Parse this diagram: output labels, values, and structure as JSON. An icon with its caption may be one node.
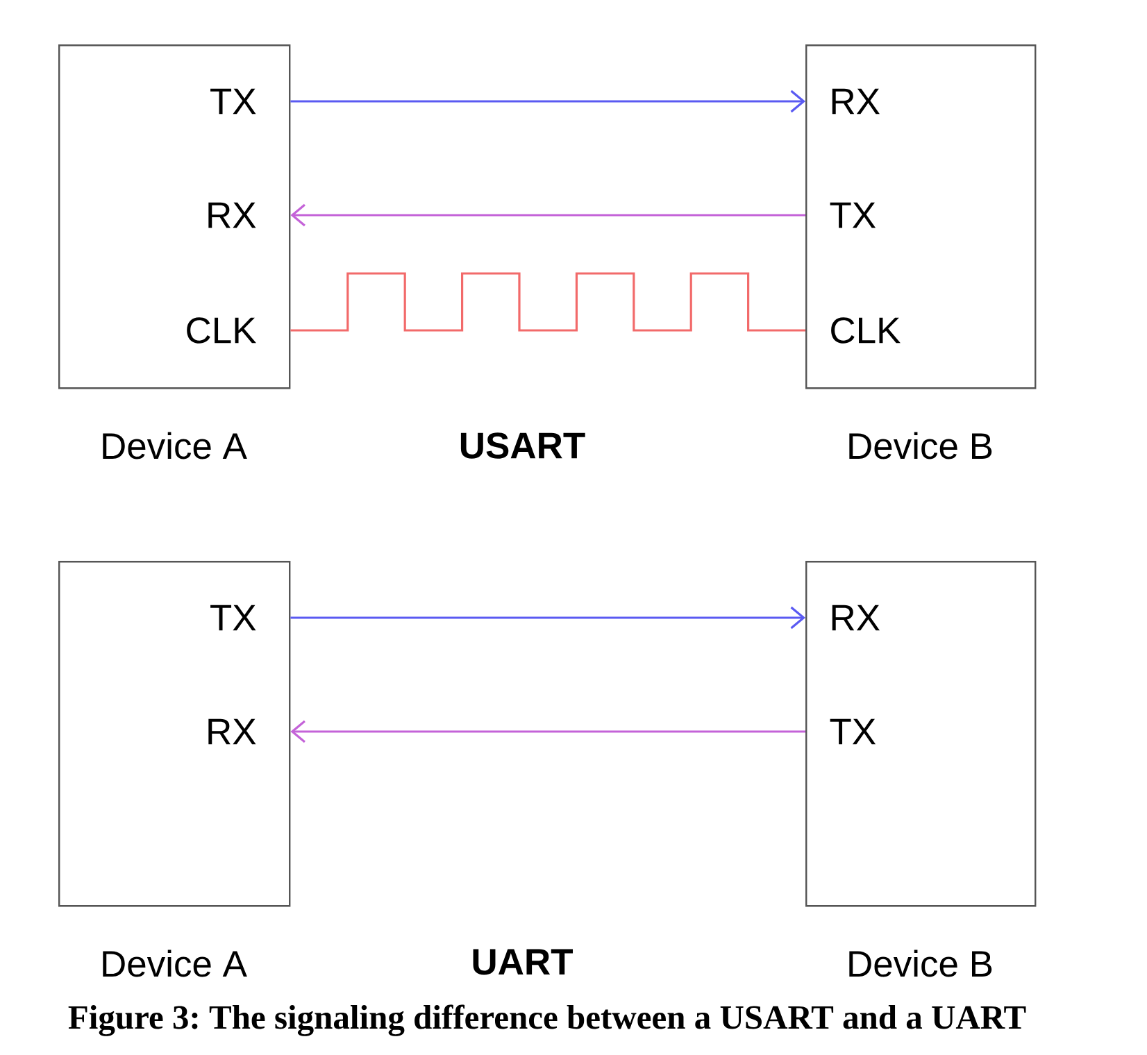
{
  "diagram": {
    "caption": "Figure 3: The signaling difference between a USART and a UART",
    "nodes": [
      {
        "text": [],
        "shape": "box",
        "beside": [
          "Device A"
        ]
      },
      {
        "text": [
          "TX"
        ],
        "in": 0
      },
      {
        "text": [
          "RX"
        ],
        "in": 0
      },
      {
        "text": [
          "CLK"
        ],
        "in": 0
      },
      {
        "text": [],
        "shape": "box",
        "beside": [
          "Device B"
        ]
      },
      {
        "text": [
          "RX"
        ],
        "in": 4
      },
      {
        "text": [
          "TX"
        ],
        "in": 4
      },
      {
        "text": [
          "CLK"
        ],
        "in": 4
      },
      {
        "text": [],
        "shape": "box",
        "beside": [
          "Device A"
        ]
      },
      {
        "text": [
          "TX"
        ],
        "in": 8
      },
      {
        "text": [
          "RX"
        ],
        "in": 8
      },
      {
        "text": [],
        "shape": "box",
        "beside": [
          "Device B"
        ]
      },
      {
        "text": [
          "RX"
        ],
        "in": 11
      },
      {
        "text": [
          "TX"
        ],
        "in": 11
      }
    ],
    "edges": [
      {
        "from": 1,
        "to": 5,
        "arrow": "to",
        "color": "#5a5af2"
      },
      {
        "from": 6,
        "to": 2,
        "arrow": "to",
        "color": "#c463d8"
      },
      {
        "from": 3,
        "to": 7,
        "arrow": "none",
        "color": "#f26a6a"
      },
      {
        "from": 9,
        "to": 12,
        "arrow": "to",
        "color": "#5a5af2"
      },
      {
        "from": 13,
        "to": 10,
        "arrow": "to",
        "color": "#c463d8"
      }
    ],
    "labels": [
      "USART",
      "UART"
    ]
  }
}
